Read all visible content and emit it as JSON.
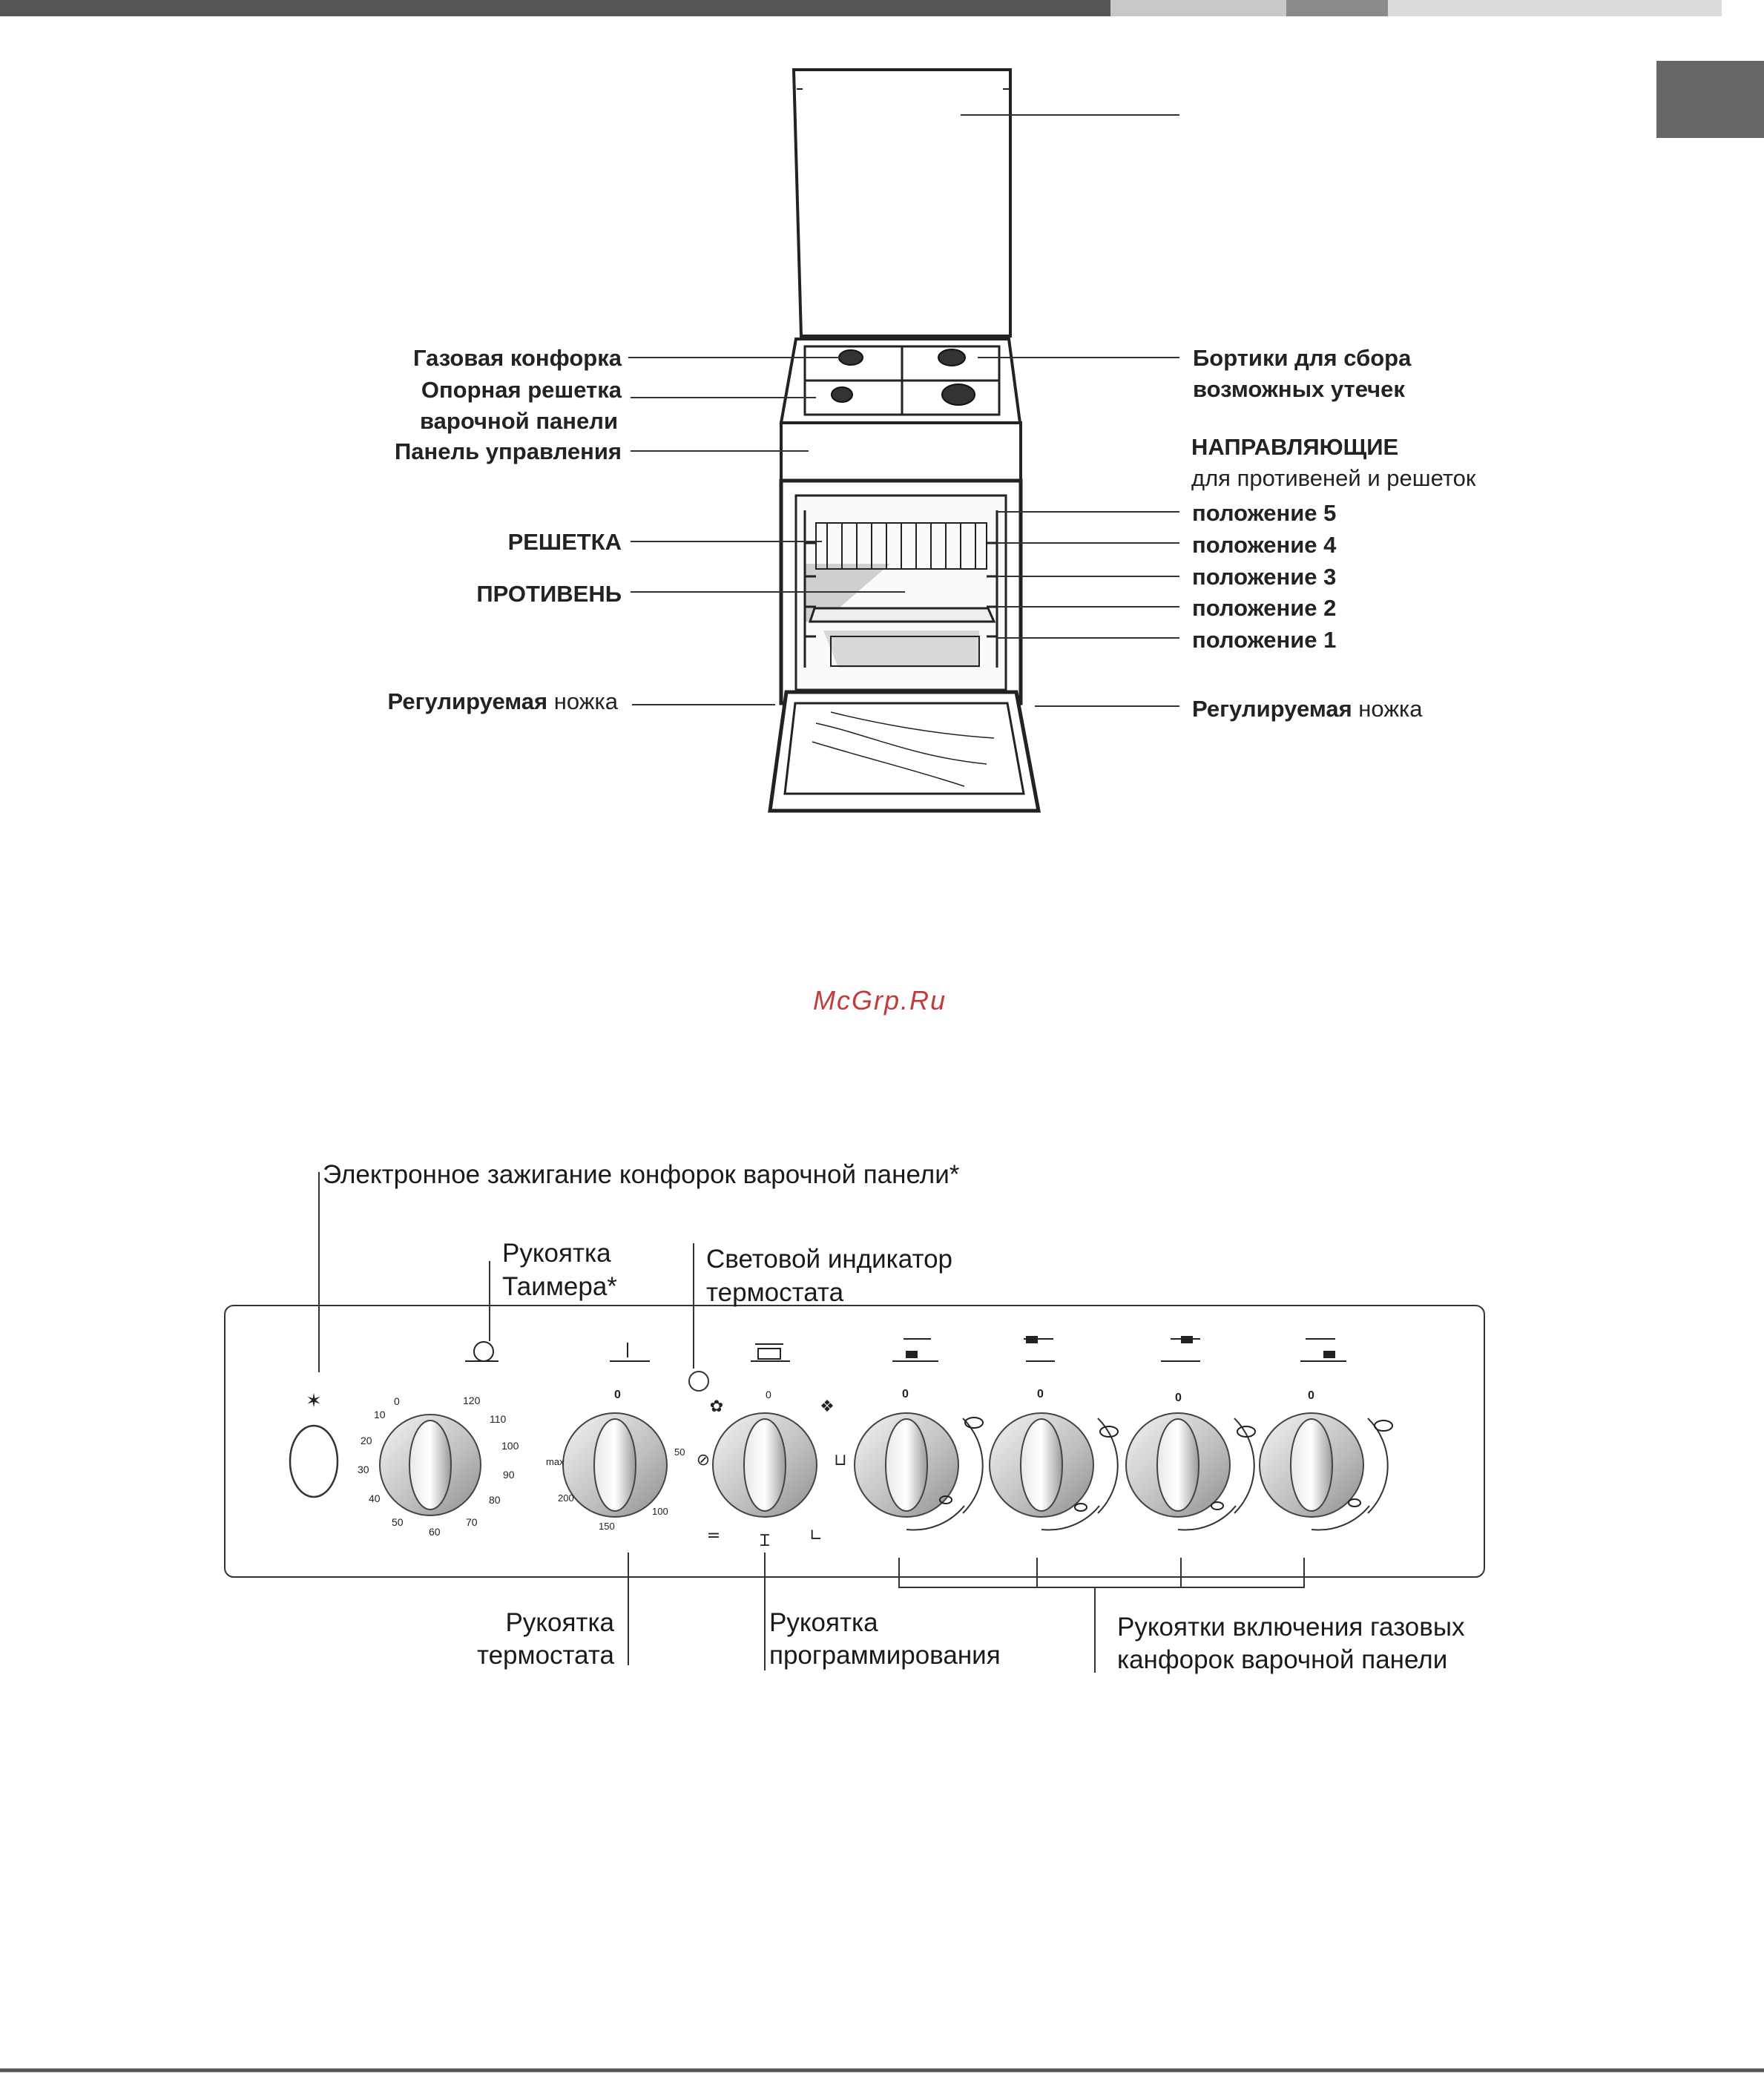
{
  "watermark": "McGrp.Ru",
  "stove_labels": {
    "gas_burner": "Газовая конфорка",
    "hob_grid_1": "Опорная решетка",
    "hob_grid_2": "варочной панели",
    "control_panel": "Панель управления",
    "rack": "РЕШЕТКА",
    "tray": "ПРОТИВЕНЬ",
    "foot_left_bold": "Регулируемая",
    "foot_left_rest": " ножка",
    "spill_1": "Бортики для сбора",
    "spill_2": "возможных утечек",
    "guides_title": "НАПРАВЛЯЮЩИЕ",
    "guides_sub": "для противеней и решеток",
    "positions": [
      "положение 5",
      "положение 4",
      "положение 3",
      "положение 2",
      "положение 1"
    ],
    "foot_right_bold": "Регулируемая",
    "foot_right_rest": " ножка"
  },
  "panel_labels": {
    "ignition": "Электронное зажигание конфорок варочной панели*",
    "timer_1": "Рукоятка",
    "timer_2": "Таимера*",
    "indicator_1": "Световой индикатор",
    "indicator_2": "термостата",
    "thermostat_1": "Рукоятка",
    "thermostat_2": "термостата",
    "programming_1": "Рукоятка",
    "programming_2": "программирования",
    "gas_knobs_1": "Рукоятки включения газовых",
    "gas_knobs_2": "канфорок варочной панели"
  },
  "knob_marks": {
    "timer": [
      "0",
      "10",
      "20",
      "30",
      "40",
      "50",
      "60",
      "70",
      "80",
      "90",
      "100",
      "110",
      "120"
    ],
    "thermostat": [
      "0",
      "max",
      "200",
      "150",
      "100",
      "50"
    ],
    "programming_zero": "0",
    "burner_zero": "0"
  },
  "colors": {
    "bar_dark": "#555555",
    "bar_light": "#c8c8c8",
    "bar_mid": "#8a8a8a",
    "tab": "#666666",
    "watermark": "#c23b3b"
  }
}
